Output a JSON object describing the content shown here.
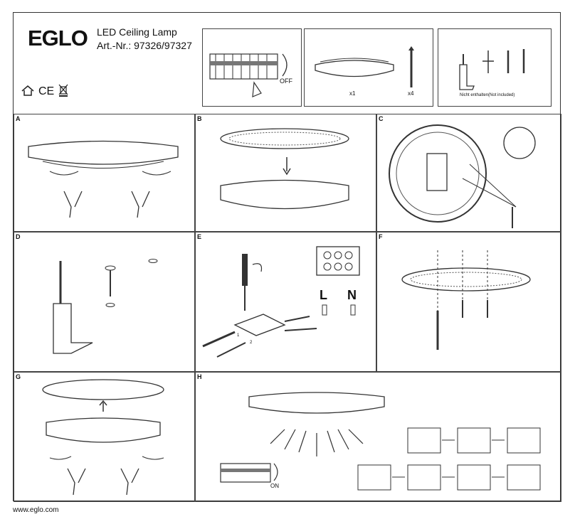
{
  "header": {
    "brand": "EGLO",
    "product": "LED Ceiling Lamp",
    "article": "Art.-Nr.: 97326/97327",
    "mark_ce": "CE"
  },
  "supply": {
    "off_label": "OFF",
    "lamp_count": "x1",
    "screw_count": "x4",
    "tools_note": "Nicht enthalten(Not included)"
  },
  "steps": {
    "a": "A",
    "b": "B",
    "c": "C",
    "d": "D",
    "e": "E",
    "f": "F",
    "g": "G",
    "h": "H"
  },
  "wiring": {
    "live": "L",
    "neutral": "N",
    "num1": "1",
    "num2": "2"
  },
  "final": {
    "on_label": "ON"
  },
  "footer": {
    "url": "www.eglo.com"
  }
}
